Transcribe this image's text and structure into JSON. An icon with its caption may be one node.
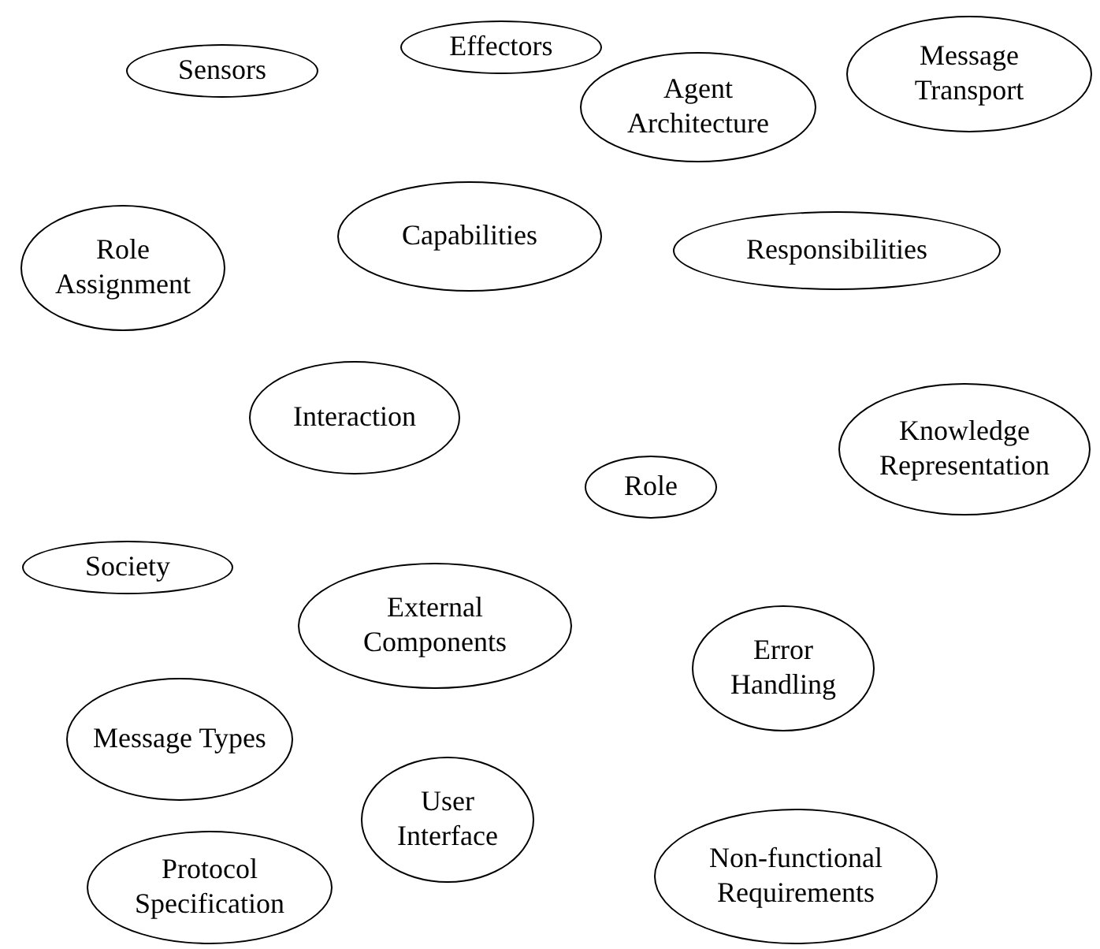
{
  "diagram": {
    "nodes": [
      {
        "text": [
          "Sensors"
        ]
      },
      {
        "text": [
          "Effectors"
        ]
      },
      {
        "text": [
          "Agent Architecture"
        ]
      },
      {
        "text": [
          "Message Transport"
        ]
      },
      {
        "text": [
          "Role Assignment"
        ]
      },
      {
        "text": [
          "Capabilities"
        ]
      },
      {
        "text": [
          "Responsibilities"
        ]
      },
      {
        "text": [
          "Interaction"
        ]
      },
      {
        "text": [
          "Knowledge Representation"
        ]
      },
      {
        "text": [
          "Role"
        ]
      },
      {
        "text": [
          "Society"
        ]
      },
      {
        "text": [
          "External Components"
        ]
      },
      {
        "text": [
          "Error Handling"
        ]
      },
      {
        "text": [
          "Message Types"
        ]
      },
      {
        "text": [
          "User Interface"
        ]
      },
      {
        "text": [
          "Protocol Specification"
        ]
      },
      {
        "text": [
          "Non-functional Requirements"
        ]
      }
    ]
  }
}
